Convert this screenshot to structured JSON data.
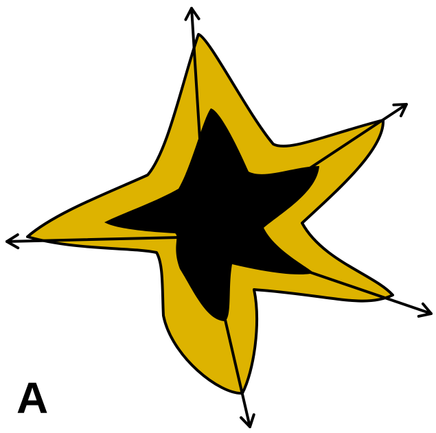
{
  "panel_label": "A",
  "colors": {
    "outer_fill": "#DDB300",
    "inner_fill": "#000000",
    "stroke": "#000000",
    "background": "#FFFFFF"
  },
  "arrows": [
    {
      "name": "arrow-top"
    },
    {
      "name": "arrow-right-upper"
    },
    {
      "name": "arrow-right-lower"
    },
    {
      "name": "arrow-bottom"
    },
    {
      "name": "arrow-left"
    }
  ]
}
